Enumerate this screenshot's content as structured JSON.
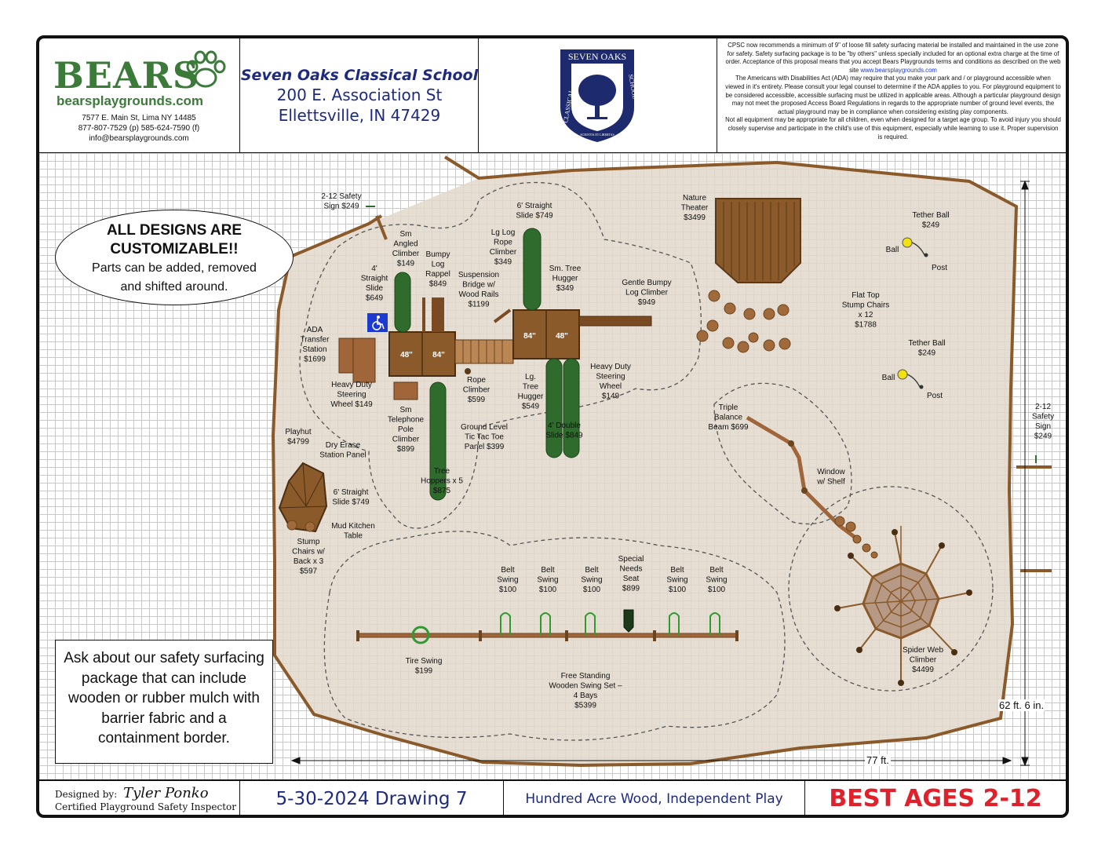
{
  "header": {
    "logo_text": "BEARS",
    "logo_url": "bearsplaygrounds.com",
    "address": "7577 E. Main St, Lima NY 14485",
    "phones": "877-807-7529 (p) 585-624-7590 (f)",
    "email": "info@bearsplaygrounds.com",
    "school_name": "Seven Oaks Classical School",
    "school_street": "200 E. Association St",
    "school_city": "Ellettsville, IN 47429",
    "crest_top": "SEVEN OAKS",
    "crest_left": "CLASSICAL",
    "crest_right": "SCHOOL",
    "crest_motto": "SCIENTIA ET LIBERTAS",
    "disclaimer_1": "CPSC now recommends a minimum of 9\" of loose fill safety surfacing material be installed and maintained in the use zone for safety. Safety surfacing package is to be \"by others\" unless specially included for an optional extra charge at the time of order. Acceptance of this proposal means that you accept Bears Playgrounds terms and conditions as described on the web site",
    "disclaimer_link": "www.bearsplaygrounds.com",
    "disclaimer_2": "The Americans with Disabilities Act (ADA) may require that you make your park and / or playground accessible when viewed in it's entirety. Please consult your legal counsel to determine if the ADA applies to you. For playground equipment to be considered accessible, accessible surfacing must be utilized in applicable areas. Although a particular playground design may not meet the proposed Access Board Regulations in regards to the appropriate number of ground level events, the actual playground may be in compliance when considering existing play components.",
    "disclaimer_3": "Not all equipment may be appropriate for all children, even when designed for a target age group. To avoid injury you should closely supervise and participate in the child's use of this equipment, especially while learning to use it. Proper supervision is required."
  },
  "callouts": {
    "custom_1": "ALL DESIGNS ARE",
    "custom_2": "CUSTOMIZABLE!!",
    "custom_3": "Parts can be added, removed",
    "custom_4": "and shifted around.",
    "surfacing": "Ask about our safety surfacing package that can include wooden or rubber mulch with barrier fabric and a containment border."
  },
  "deck_labels": [
    "48\"",
    "84\"",
    "84\"",
    "48\""
  ],
  "equipment": [
    {
      "label": [
        "2-12 Safety",
        "Sign $249"
      ]
    },
    {
      "label": [
        "Sm",
        "Angled",
        "Climber",
        "$149"
      ]
    },
    {
      "label": [
        "Bumpy",
        "Log",
        "Rappel",
        "$849"
      ]
    },
    {
      "label": [
        "4'",
        "Straight",
        "Slide",
        "$649"
      ]
    },
    {
      "label": [
        "Lg Log",
        "Rope",
        "Climber",
        "$349"
      ]
    },
    {
      "label": [
        "6' Straight",
        "Slide $749"
      ]
    },
    {
      "label": [
        "Suspension",
        "Bridge w/",
        "Wood Rails",
        "$1199"
      ]
    },
    {
      "label": [
        "Sm. Tree",
        "Hugger",
        "$349"
      ]
    },
    {
      "label": [
        "Gentle Bumpy",
        "Log Climber",
        "$949"
      ]
    },
    {
      "label": [
        "Nature",
        "Theater",
        "$3499"
      ]
    },
    {
      "label": [
        "Tether Ball",
        "$249"
      ]
    },
    {
      "label": [
        "Ball"
      ]
    },
    {
      "label": [
        "Post"
      ]
    },
    {
      "label": [
        "Flat Top",
        "Stump Chairs",
        "x 12",
        "$1788"
      ]
    },
    {
      "label": [
        "Tether Ball",
        "$249"
      ]
    },
    {
      "label": [
        "Ball"
      ]
    },
    {
      "label": [
        "Post"
      ]
    },
    {
      "label": [
        "ADA",
        "Transfer",
        "Station",
        "$1699"
      ]
    },
    {
      "label": [
        "Heavy Duty",
        "Steering",
        "Wheel $149"
      ]
    },
    {
      "label": [
        "Rope",
        "Climber",
        "$599"
      ]
    },
    {
      "label": [
        "Lg.",
        "Tree",
        "Hugger",
        "$549"
      ]
    },
    {
      "label": [
        "Heavy Duty",
        "Steering",
        "Wheel",
        "$149"
      ]
    },
    {
      "label": [
        "Sm",
        "Telephone",
        "Pole",
        "Climber",
        "$899"
      ]
    },
    {
      "label": [
        "Ground Level",
        "Tic Tac Toe",
        "Panel $399"
      ]
    },
    {
      "label": [
        "4' Double",
        "Slide $849"
      ]
    },
    {
      "label": [
        "Triple",
        "Balance",
        "Beam $699"
      ]
    },
    {
      "label": [
        "2-12",
        "Safety",
        "Sign",
        "$249"
      ]
    },
    {
      "label": [
        "Playhut",
        "$4799"
      ]
    },
    {
      "label": [
        "Dry Erase",
        "Station Panel"
      ]
    },
    {
      "label": [
        "6' Straight",
        "Slide $749"
      ]
    },
    {
      "label": [
        "Tree",
        "Hoppers x 5",
        "$875"
      ]
    },
    {
      "label": [
        "Window",
        "w/ Shelf"
      ]
    },
    {
      "label": [
        "Mud Kitchen",
        "Table"
      ]
    },
    {
      "label": [
        "Stump",
        "Chairs w/",
        "Back x 3",
        "$597"
      ]
    },
    {
      "label": [
        "Belt",
        "Swing",
        "$100"
      ]
    },
    {
      "label": [
        "Belt",
        "Swing",
        "$100"
      ]
    },
    {
      "label": [
        "Belt",
        "Swing",
        "$100"
      ]
    },
    {
      "label": [
        "Special",
        "Needs",
        "Seat",
        "$899"
      ]
    },
    {
      "label": [
        "Belt",
        "Swing",
        "$100"
      ]
    },
    {
      "label": [
        "Belt",
        "Swing",
        "$100"
      ]
    },
    {
      "label": [
        "Tire Swing",
        "$199"
      ]
    },
    {
      "label": [
        "Free Standing",
        "Wooden Swing Set –",
        "4 Bays",
        "$5399"
      ]
    },
    {
      "label": [
        "Spider Web",
        "Climber",
        "$4499"
      ]
    }
  ],
  "dimensions": {
    "height": "62 ft. 6 in.",
    "width": "77 ft."
  },
  "footer": {
    "designed_by_label": "Designed by:",
    "designer": "Tyler Ponko",
    "designer_title": "Certified Playground Safety Inspector",
    "drawing": "5-30-2024 Drawing 7",
    "theme": "Hundred Acre Wood, Independent Play",
    "ages": "BEST AGES 2-12"
  },
  "colors": {
    "logo_green": "#3c7a3a",
    "school_blue": "#1d2a80",
    "ages_red": "#e0202a",
    "surface_tan": "#e3d8cb",
    "wood": "#8b5a2b",
    "post_green": "#2f6b2c"
  }
}
